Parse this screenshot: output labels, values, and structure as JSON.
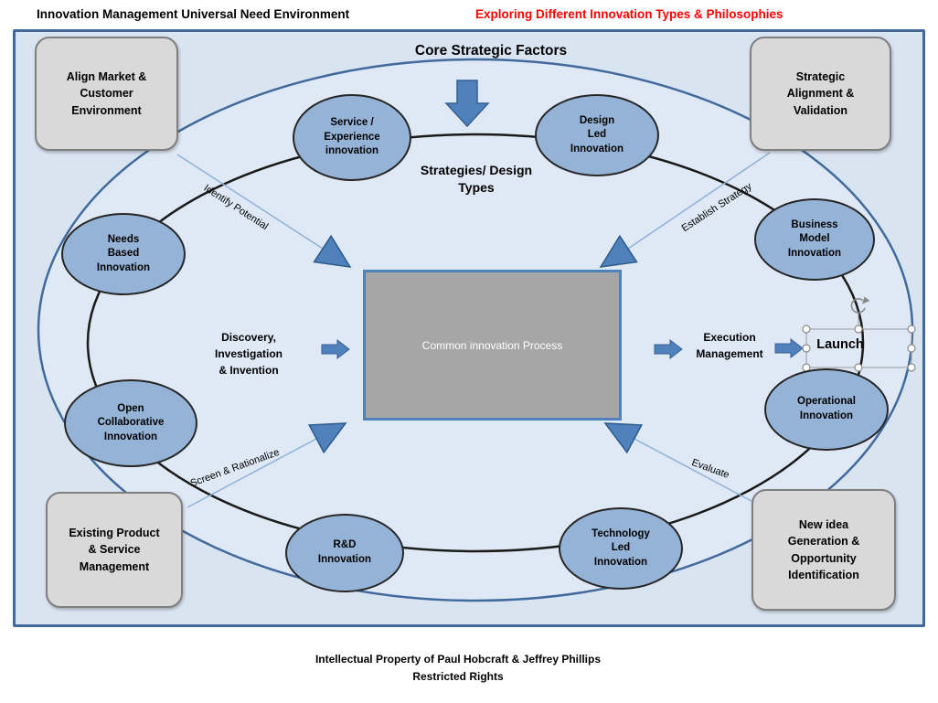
{
  "header": {
    "left_title": "Innovation Management Universal Need Environment",
    "right_title": "Exploring Different Innovation Types & Philosophies"
  },
  "diagram": {
    "top_label": "Core Strategic Factors",
    "ring_label": "Strategies/ Design\nTypes",
    "center_label": "Common innovation Process",
    "left_flow_label": "Discovery,\nInvestigation\n& Invention",
    "right_flow_label": "Execution\nManagement",
    "launch_label": "Launch",
    "corner_boxes": [
      {
        "id": "align-market",
        "label": "Align Market &\nCustomer\nEnvironment"
      },
      {
        "id": "strategic-alignment",
        "label": "Strategic\nAlignment &\nValidation"
      },
      {
        "id": "existing-product",
        "label": "Existing Product\n& Service\nManagement"
      },
      {
        "id": "new-idea",
        "label": "New idea\nGeneration &\nOpportunity\nIdentification"
      }
    ],
    "innovation_nodes": [
      {
        "id": "service-experience",
        "label": "Service /\nExperience\ninnovation"
      },
      {
        "id": "design-led",
        "label": "Design\nLed\nInnovation"
      },
      {
        "id": "needs-based",
        "label": "Needs\nBased\nInnovation"
      },
      {
        "id": "business-model",
        "label": "Business\nModel\nInnovation"
      },
      {
        "id": "open-collaborative",
        "label": "Open\nCollaborative\nInnovation"
      },
      {
        "id": "operational",
        "label": "Operational\nInnovation"
      },
      {
        "id": "rd",
        "label": "R&D\nInnovation"
      },
      {
        "id": "technology-led",
        "label": "Technology\nLed\nInnovation"
      }
    ],
    "connector_labels": {
      "top_left": "Identify Potential",
      "top_right": "Establish Strategy",
      "bottom_left": "Screen & Rationalize",
      "bottom_right": "Evaluate"
    }
  },
  "footer": {
    "line1": "Intellectual Property of Paul Hobcraft & Jeffrey Phillips",
    "line2": "Restricted Rights"
  },
  "colors": {
    "accent_blue": "#4f81bd",
    "node_fill": "#95b3d7",
    "diagram_bg": "#d9e4f1",
    "ellipse_fill": "#dfe9f5",
    "ring_stroke": "#1a1a1a",
    "center_fill": "#a6a6a6",
    "corner_fill": "#d9d9d9",
    "title_red": "#ff0000"
  }
}
